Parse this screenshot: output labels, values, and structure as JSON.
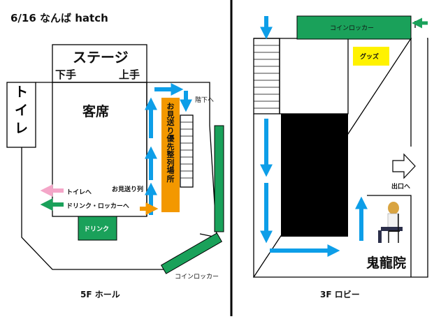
{
  "header": {
    "event": "6/16 なんば hatch"
  },
  "hall_5f": {
    "caption": "5F ホール",
    "stage": "ステージ",
    "stage_left": "下手",
    "stage_right": "上手",
    "seats": "客席",
    "toilet": [
      "ト",
      "イ",
      "レ"
    ],
    "downstairs": "階下へ",
    "priority_area": [
      "お",
      "見",
      "送",
      "り",
      "優",
      "先",
      "整",
      "列",
      "場",
      "所"
    ],
    "seeoff_line": "お見送り列",
    "to_toilet": "トイレへ",
    "to_drink_locker": "ドリンク・ロッカーへ",
    "drink": "ドリンク",
    "coin_locker": "コインロッカー"
  },
  "lobby_3f": {
    "caption": "3F ロビー",
    "coin_locker": "コインロッカー",
    "goods": "グッズ",
    "exit": "出口へ",
    "kiryuin": "鬼龍院"
  },
  "colors": {
    "blue_arrow": "#0d9ee8",
    "green": "#1aa15a",
    "orange": "#f39800",
    "pink": "#f4a6c8",
    "yellow": "#fff200",
    "black": "#000000"
  }
}
